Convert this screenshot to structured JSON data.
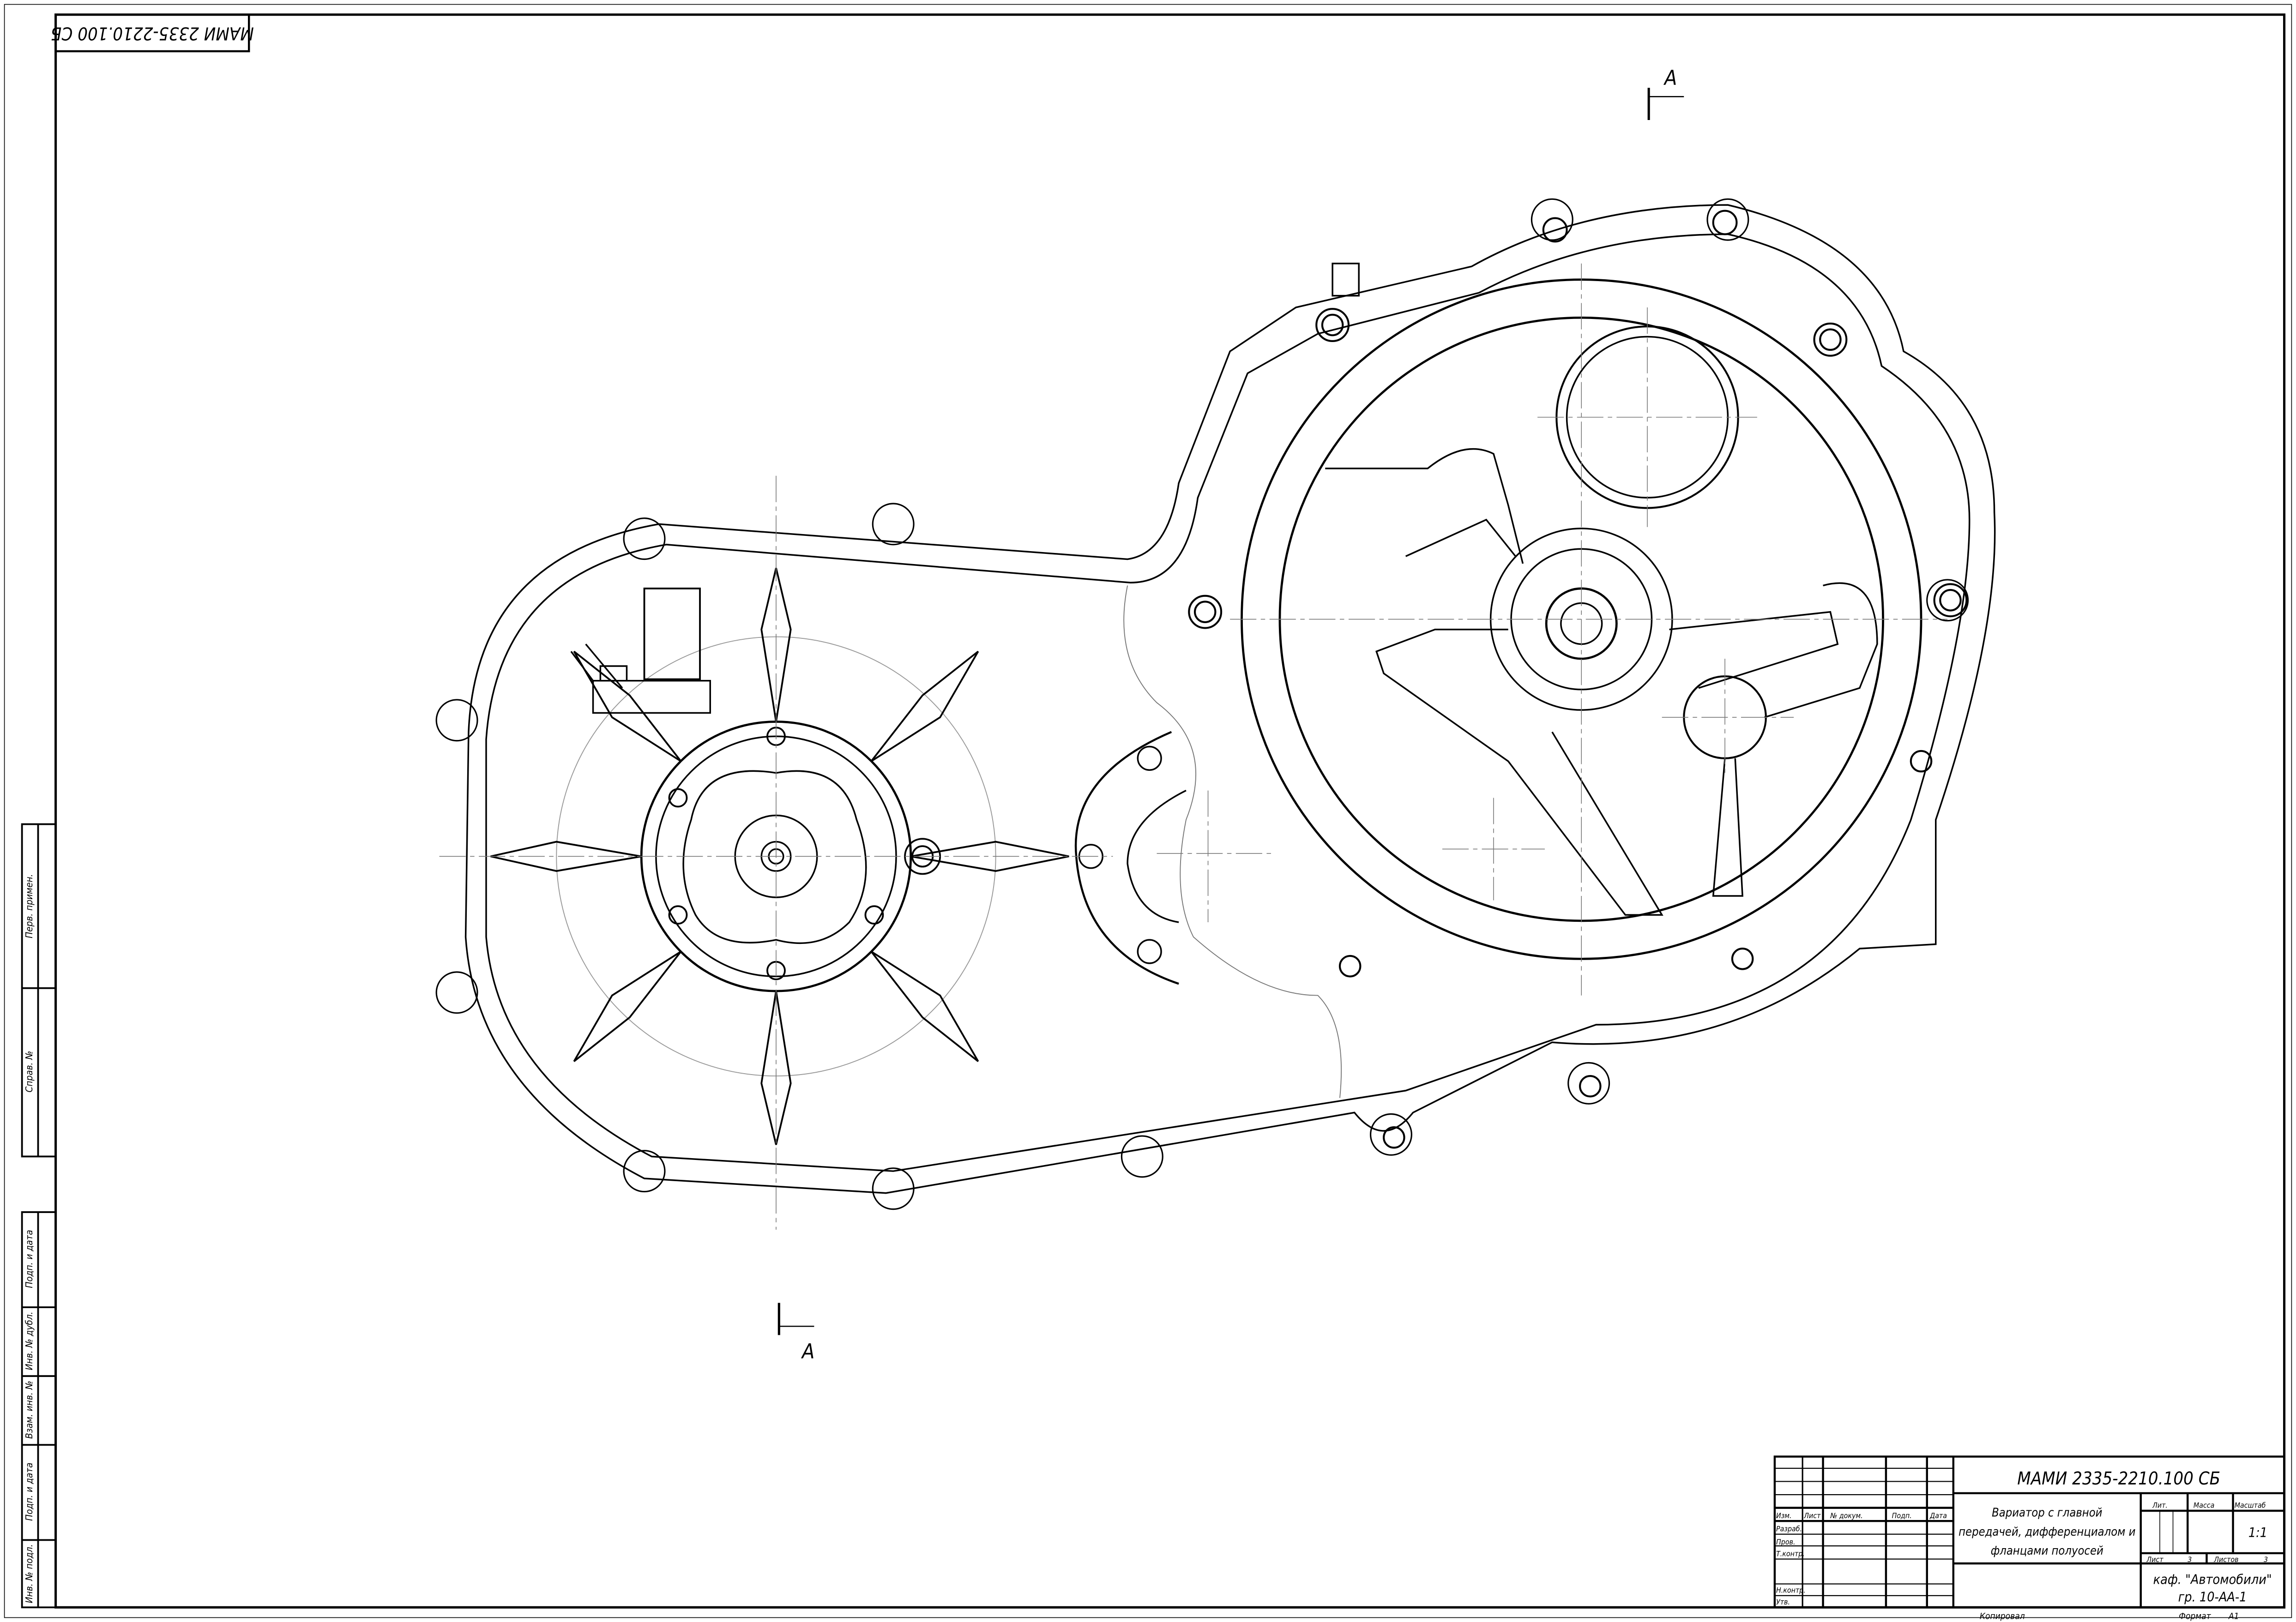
{
  "stamp_rotated": "МАМИ 2335-2210.100 СБ",
  "section_marks": {
    "top": "A",
    "bottom": "A"
  },
  "side_strip": [
    "Перв. примен.",
    "Справ. №",
    "Подп. и дата",
    "Инв. № дубл.",
    "Взам. инв. №",
    "Подп. и дата",
    "Инв. № подл."
  ],
  "title_block": {
    "designation": "МАМИ 2335-2210.100 СБ",
    "name_lines": [
      "Вариатор с главной",
      "передачей, дифференциалом и",
      "фланцами полуосей"
    ],
    "headers": {
      "izm": "Изм.",
      "list": "Лист",
      "doc": "№ докум.",
      "sign": "Подп.",
      "date": "Дата"
    },
    "roles": [
      "Разраб.",
      "Пров.",
      "Т.контр.",
      "Н.контр.",
      "Утв."
    ],
    "lit_label": "Лит.",
    "mass_label": "Масса",
    "scale_label": "Масштаб",
    "scale": "1:1",
    "sheet_label": "Лист",
    "sheet": "3",
    "sheets_label": "Листов",
    "sheets": "3",
    "org_line1": "каф. \"Автомобили\"",
    "org_line2": "гр. 10-АА-1",
    "copied": "Копировал",
    "format_label": "Формат",
    "format": "A1"
  }
}
